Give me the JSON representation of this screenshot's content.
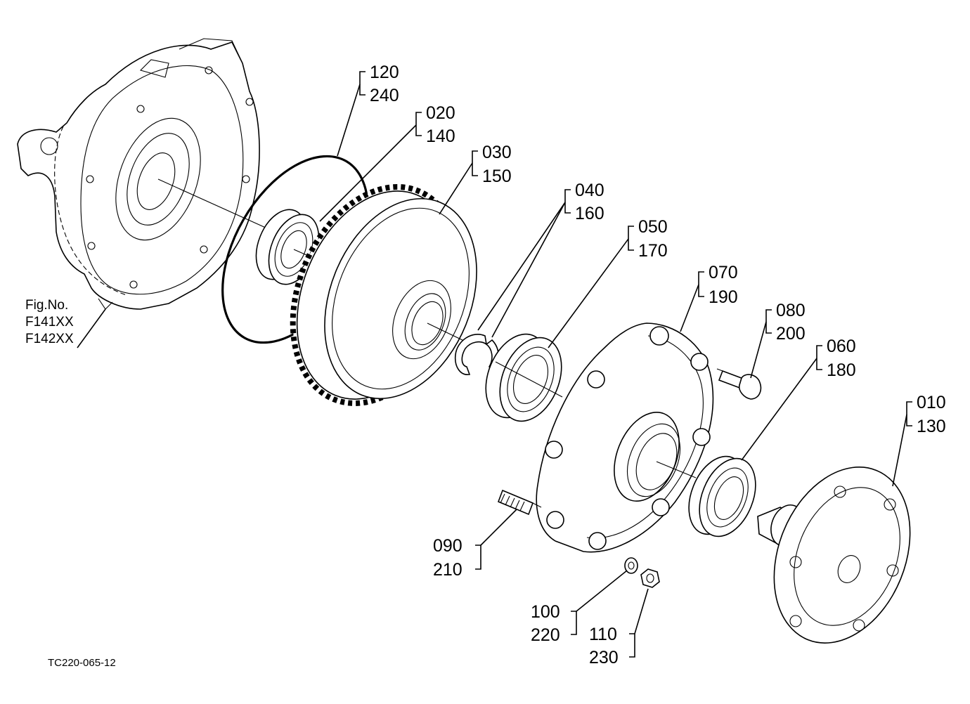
{
  "figure": {
    "label": "Fig.No.",
    "numbers": [
      "F141XX",
      "F142XX"
    ],
    "code": "TC220-065-12"
  },
  "callouts": {
    "c120": [
      "120",
      "240"
    ],
    "c020": [
      "020",
      "140"
    ],
    "c030": [
      "030",
      "150"
    ],
    "c040": [
      "040",
      "160"
    ],
    "c050": [
      "050",
      "170"
    ],
    "c070": [
      "070",
      "190"
    ],
    "c080": [
      "080",
      "200"
    ],
    "c060": [
      "060",
      "180"
    ],
    "c010": [
      "010",
      "130"
    ],
    "c090": [
      "090",
      "210"
    ],
    "c100": [
      "100",
      "220"
    ],
    "c110": [
      "110",
      "230"
    ]
  }
}
